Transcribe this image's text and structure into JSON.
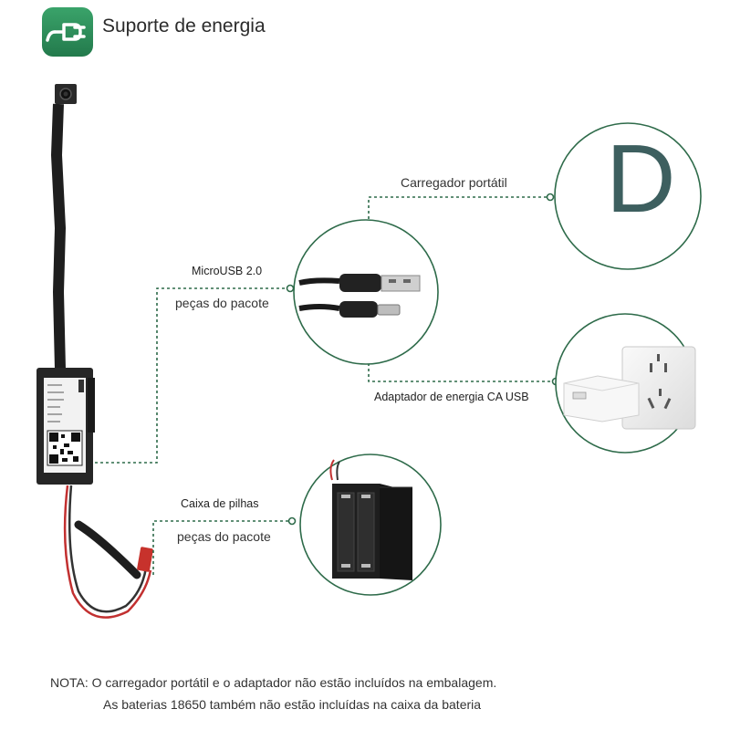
{
  "header": {
    "title": "Suporte de energia",
    "icon": "power-plug-icon",
    "accent": "#2e8b57"
  },
  "options": {
    "charger_label": "Carregador portátil",
    "charger_letter": "D",
    "microusb_label": "MicroUSB 2.0",
    "package_label_1": "peças do pacote",
    "adapter_label": "Adaptador de energia CA USB",
    "battery_label": "Caixa de pilhas",
    "package_label_2": "peças do pacote"
  },
  "note": {
    "line1": "NOTA: O carregador portátil e o adaptador não estão incluídos na embalagem.",
    "line2": "As baterias 18650 também não estão incluídas na caixa da bateria"
  },
  "colors": {
    "connector": "#2e6b4a",
    "circle": "#2e6b4a"
  }
}
